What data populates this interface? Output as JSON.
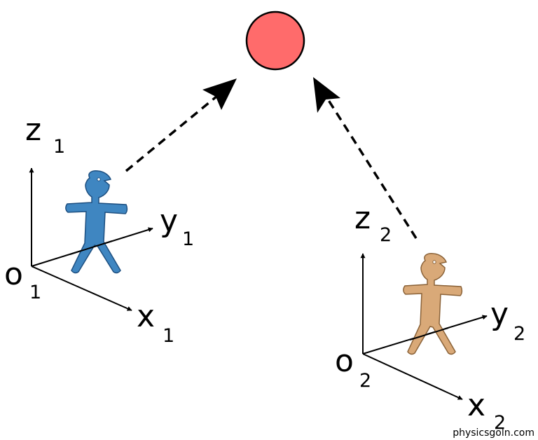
{
  "observer_1": {
    "axis_labels": {
      "z": {
        "letter": "z",
        "index": "1"
      },
      "y": {
        "letter": "y",
        "index": "1"
      },
      "x": {
        "letter": "x",
        "index": "1"
      },
      "origin": {
        "letter": "o",
        "index": "1"
      }
    },
    "color": "#3f86c1"
  },
  "observer_2": {
    "axis_labels": {
      "z": {
        "letter": "z",
        "index": "2"
      },
      "y": {
        "letter": "y",
        "index": "2"
      },
      "x": {
        "letter": "x",
        "index": "2"
      },
      "origin": {
        "letter": "o",
        "index": "2"
      }
    },
    "color": "#d9a978"
  },
  "object": {
    "color": "#ff6b6b"
  },
  "credit": "physicsgoln.com"
}
